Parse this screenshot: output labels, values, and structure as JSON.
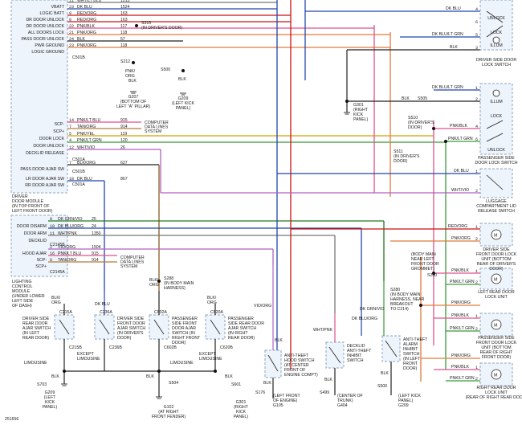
{
  "figure_id": "251656",
  "module": {
    "dr_labels": [
      "VBATT",
      "LOGIC BATT",
      "DR DOOR UNLOCK",
      "DR DOOR UNLOCK",
      "ALL DOORS LOCK",
      "PASS DOOR UNLOCK",
      "PWR GROUND",
      "LOGIC GROUND"
    ],
    "dr_conn": "C501B",
    "title_lines": [
      "DRIVER",
      "DOOR MODULE",
      "(IN TOP FRONT OF",
      "LEFT FRONT DOOR)"
    ],
    "scp_labels": [
      "SCP-",
      "SCP+",
      "DOOR LOCK",
      "DOOR UNLOCK",
      "DECKLID RELEASE"
    ],
    "ajar_labels": [
      "PASS DOOR AJAR SW",
      "LR DOOR AJAR SW",
      "RR DOOR AJAR SW"
    ],
    "ajar_conns": [
      "C501A",
      "C501B",
      "C501A"
    ],
    "lighting_labels": [
      "DOOR DISARM",
      "DOOR ARM",
      "DECKLID",
      "HOOD AJAR",
      "SCP-",
      "SCP+"
    ],
    "lighting_conns": [
      "C2145B",
      "C2145A"
    ],
    "lighting_title": [
      "LIGHTING",
      "CONTROL",
      "MODULE",
      "(UNDER LOWER",
      "LEFT SIDE",
      "OF DASH)"
    ]
  },
  "wires_top": [
    {
      "pin": "11",
      "color": "WHT/LT BLU",
      "circuit": "1213"
    },
    {
      "pin": "23",
      "color": "DK BLU",
      "circuit": "1524"
    },
    {
      "pin": "9",
      "color": "RED/ORG",
      "circuit": "163"
    },
    {
      "pin": "8",
      "color": "RED/ORG",
      "circuit": "163"
    },
    {
      "pin": "22",
      "color": "PNK/BLK",
      "circuit": "117"
    },
    {
      "pin": "21",
      "color": "PNK/ORG",
      "circuit": "118"
    },
    {
      "pin": "24",
      "color": "BLK",
      "circuit": "57"
    },
    {
      "pin": "23",
      "color": "PNK/ORG",
      "circuit": "118"
    }
  ],
  "wires_scp": [
    {
      "pin": "14",
      "color": "PNK/LT BLU",
      "circuit": "915"
    },
    {
      "pin": "7",
      "color": "TAN/ORG",
      "circuit": "914"
    },
    {
      "pin": "5",
      "color": "PNK/YEL",
      "circuit": "119"
    },
    {
      "pin": "4",
      "color": "PNK/LT GRN",
      "circuit": "120"
    },
    {
      "pin": "12",
      "color": "WHT/VIO",
      "circuit": "26"
    }
  ],
  "wires_ajar": [
    {
      "pin": "7",
      "color": "BLK/ORG",
      "circuit": "627"
    },
    {
      "pin": "18",
      "color": "DK BLU",
      "circuit": "867"
    }
  ],
  "wires_lighting": [
    {
      "pin": "9",
      "color": "DK GRN/VIO",
      "circuit": "25"
    },
    {
      "pin": "10",
      "color": "DK BLU/ORG",
      "circuit": "24"
    },
    {
      "pin": "11",
      "color": "WHT/PNK",
      "circuit": "1350"
    },
    {
      "pin": "2",
      "color": "VIO/ORG",
      "circuit": "1504"
    },
    {
      "pin": "16",
      "color": "PNK/LT BLU",
      "circuit": "915"
    },
    {
      "pin": "8",
      "color": "TAN/ORG",
      "circuit": "914"
    }
  ],
  "computer_lines": [
    "COMPUTER",
    "DATA LINES",
    "SYSTEM"
  ],
  "splices": {
    "s315": [
      "S315",
      "(IN DRIVER'S DOOR)"
    ],
    "s212": "S212",
    "s500": "S500",
    "wire_pnk_org": [
      "PNK/",
      "ORG"
    ],
    "g207": [
      "G207",
      "(BOTTOM OF",
      "LEFT \"A\" PILLAR)"
    ],
    "g209_top": [
      "G209",
      "(LEFT KICK",
      "PANEL)"
    ],
    "g301": [
      "G301",
      "(RIGHT",
      "KICK",
      "PANEL)"
    ],
    "s510": [
      "S510",
      "(IN DRIVER'S",
      "DOOR)"
    ],
    "s511": [
      "S511",
      "(IN DRIVER'S",
      "DOOR)"
    ],
    "s505_label": "S505",
    "s288": [
      "S288",
      "(IN BODY MAIN",
      "HARNESS)"
    ],
    "s260": "S260",
    "s280": [
      "S280",
      "(IN BODY MAIN",
      "HARNESS, NEAR",
      "BREAKOUT",
      "TO C214)"
    ],
    "body_main": [
      "(BODY MAIN",
      "NEAR LEFT",
      "FRONT DOOR",
      "GROMMET)"
    ]
  },
  "right_wires": {
    "top": [
      "DK BLU",
      "DK BLU/LT GRN",
      "BLK",
      "DK BLU/LT GRN",
      "PNK/BLK",
      "PNK/LT GRN"
    ],
    "lower": [
      "DK BLU",
      "WHT/VIO",
      "RED/ORG",
      "PNK/ORG",
      "PNK/BLK",
      "PNK/LT GRN",
      "PNK/ORG",
      "PNK/BLK",
      "PNK/LT GRN"
    ]
  },
  "right_components": [
    {
      "id": "driver-lock-switch",
      "lines": [
        "DRIVER SIDE DOOR",
        "LOCK SWITCH"
      ],
      "pins": [
        "UNLOCK",
        "LOCK",
        "ILLUM"
      ]
    },
    {
      "id": "pass-lock-switch",
      "lines": [
        "PASSENGER SIDE",
        "DOOR LOCK SWITCH"
      ],
      "pins": [
        "ILLUM",
        "LOCK",
        "UNLOCK"
      ]
    },
    {
      "id": "luggage-switch",
      "lines": [
        "LUGGAGE",
        "COMPARTMENT LID",
        "RELEASE SWITCH"
      ]
    },
    {
      "id": "driver-lock-unit",
      "lines": [
        "DRIVER SIDE",
        "FRONT DOOR LOCK",
        "UNIT (BOTTOM",
        "REAR OF DRIVER'S",
        "DOOR)"
      ]
    },
    {
      "id": "lr-lock-unit",
      "lines": [
        "LEFT REAR DOOR",
        "LOCK UNIT"
      ]
    },
    {
      "id": "pass-lock-unit",
      "lines": [
        "PASSENGER SIDE",
        "FRONT DOOR LOCK",
        "UNIT (BOTTOM",
        "REAR OF RIGHT",
        "FRONT DOOR)"
      ]
    },
    {
      "id": "rr-lock-unit",
      "lines": [
        "RIGHT REAR DOOR",
        "LOCK UNIT",
        "(REAR OF RIGHT REAR DOOR)"
      ]
    }
  ],
  "bottom": {
    "wire_labels": {
      "blkorg": [
        "BLK/",
        "ORG"
      ],
      "dkblu": "DK BLU",
      "blkorg2": [
        "BLK/",
        "ORG"
      ],
      "blkorg3": [
        "BLK/",
        "ORG"
      ],
      "vioorg": "VIO/ORG",
      "blk": "BLK",
      "whtpnk": "WHT/PNK",
      "dkbluorg": "DK BLU/ORG",
      "dkgrnvio": "DK GRN/VIO"
    },
    "conns": [
      "C215A",
      "C236A",
      "C602A",
      "C620A",
      "C215B",
      "C236B",
      "C602B",
      "C620B"
    ],
    "switches": [
      [
        "DRIVER SIDE",
        "REAR DOOR",
        "AJAR SWITCH",
        "(IN LEFT",
        "REAR DOOR)"
      ],
      [
        "DRIVER SIDE",
        "FRONT DOOR",
        "AJAR SWITCH",
        "(IN DRIVER'S",
        "DOOR)"
      ],
      [
        "PASSENGER",
        "SIDE FRONT",
        "DOOR AJAR",
        "SWITCH (IN",
        "RIGHT FRONT",
        "DOOR)"
      ],
      [
        "PASSENGER",
        "SIDE REAR DOOR",
        "AJAR SWITCH",
        "(IN RIGHT",
        "REAR DOOR)"
      ]
    ],
    "hood": [
      "ANTI-THEFT",
      "HOOD SWITCH",
      "(AT CENTER",
      "FRONT OF",
      "ENGINE COMPT)"
    ],
    "decklid": [
      "DECKLID",
      "ANTI-THEFT",
      "INHIBIT",
      "SWITCH"
    ],
    "alarm": [
      "ANTI-THEFT",
      "ALARM",
      "INHIBIT",
      "SWITCH",
      "(IN LEFT",
      "FRONT",
      "DOOR)"
    ],
    "limousine": "LIMOUSINE",
    "except_limo": [
      "EXCEPT",
      "LIMOUSINE"
    ],
    "s703": "S703",
    "g209_bot": [
      "G209",
      "(LEFT",
      "KICK",
      "PANEL)"
    ],
    "s504": "S504",
    "g102": [
      "G102",
      "(AT RIGHT",
      "FRONT FENDER)"
    ],
    "s601": "S601",
    "g301b": [
      "G301",
      "(RIGHT",
      "KICK",
      "PANEL)"
    ],
    "s176": "S176",
    "g105": [
      "(LEFT FRONT",
      "OF ENGINE)",
      "G105"
    ],
    "s499": "S499",
    "g404": [
      "(CENTER OF",
      "TRUNK)",
      "G404"
    ],
    "s500b": "S500",
    "g209c": [
      "(LEFT KICK",
      "PANEL)",
      "G209"
    ]
  }
}
